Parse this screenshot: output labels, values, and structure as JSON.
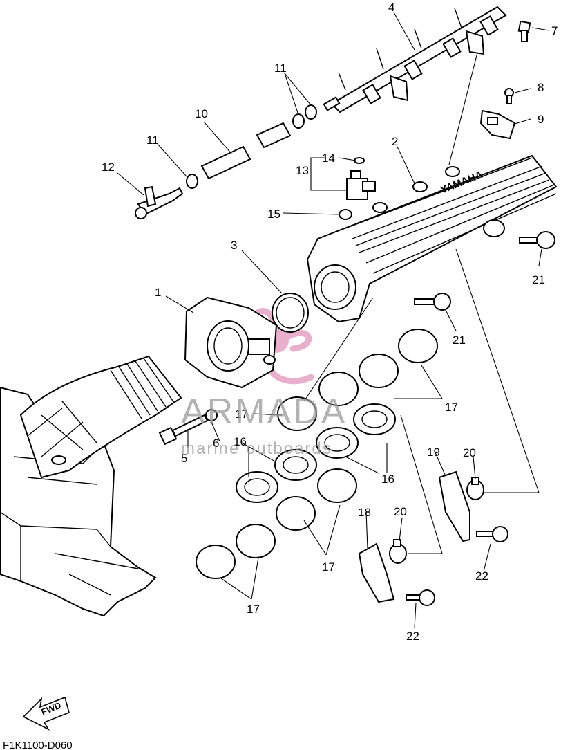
{
  "diagram": {
    "code": "F1K1100-D060",
    "fwd_label": "FWD",
    "brand_marking": "YAMAHA",
    "watermark": {
      "title": "ARMADA",
      "subtitle": "marine outboards",
      "logo_color": "#e6a3c6"
    },
    "callouts": {
      "c4": "4",
      "c7": "7",
      "c8": "8",
      "c9": "9",
      "c11a": "11",
      "c11b": "11",
      "c10": "10",
      "c12": "12",
      "c14": "14",
      "c13": "13",
      "c2": "2",
      "c15": "15",
      "c3": "3",
      "c1": "1",
      "c21a": "21",
      "c21b": "21",
      "c17a": "17",
      "c17b": "17",
      "c5": "5",
      "c6": "6",
      "c16a": "16",
      "c16b": "16",
      "c19": "19",
      "c20a": "20",
      "c18": "18",
      "c20b": "20",
      "c22a": "22",
      "c17c": "17",
      "c17d": "17",
      "c22b": "22"
    }
  }
}
